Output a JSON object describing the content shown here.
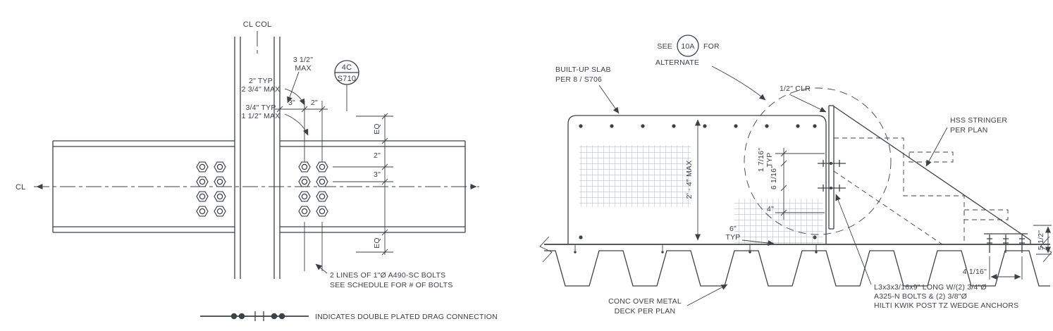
{
  "page": {
    "background": "#ffffff",
    "ink": "#3c4148",
    "hatch": "#939aa3"
  },
  "left_detail": {
    "column_centerline_label": "CL COL",
    "beam_centerline_label": "CL",
    "detail_bubble": {
      "number": "4C",
      "sheet": "S710"
    },
    "dims": {
      "max_first_bolt_l1": "3 1/2\"",
      "max_first_bolt_l2": "MAX",
      "edge_l1": "2\" TYP",
      "edge_l2": "2 3/4\" MAX",
      "col_face_to_bolt": "3\"",
      "bolt_spacing": "2\"",
      "plate_edge_l1": "3/4\" TYP",
      "plate_edge_l2": "1 1/2\" MAX",
      "eq_top": "EQ",
      "row_spacing_2": "2\"",
      "row_spacing_3": "3\"",
      "eq_bottom": "EQ"
    },
    "bolt_note_l1": "2 LINES OF 1\"Ø A490-SC BOLTS",
    "bolt_note_l2": "SEE SCHEDULE FOR # OF BOLTS",
    "legend_label": "INDICATES DOUBLE PLATED DRAG CONNECTION"
  },
  "right_detail": {
    "alternate_note": {
      "see": "SEE",
      "detail_ref": "10A",
      "for": "FOR",
      "line2": "ALTERNATE"
    },
    "slab_note_l1": "BUILT-UP SLAB",
    "slab_note_l2": "PER 8 / S706",
    "clearance": "1/2\" CLR",
    "stringer_note_l1": "HSS STRINGER",
    "stringer_note_l2": "PER PLAN",
    "height_dim": "2' - 4\" MAX",
    "dims": {
      "bolt_edge_l1": "1 7/16\"",
      "bolt_edge_l2": "TYP",
      "bolt_spacing": "6 1/16\"",
      "bottom_edge": "4\"",
      "deck_edge_l1": "6\"",
      "deck_edge_l2": "TYP",
      "anchor_offset": "4 1/16\"",
      "stringer_depth": "5 1/2\""
    },
    "deck_note_l1": "CONC OVER METAL",
    "deck_note_l2": "DECK PER PLAN",
    "angle_note_l1": "L3x3x3/16x9\" LONG W/(2) 3/4\"Ø",
    "angle_note_l2": "A325-N BOLTS & (2) 3/8\"Ø",
    "angle_note_l3": "HILTI KWIK POST TZ WEDGE ANCHORS"
  }
}
